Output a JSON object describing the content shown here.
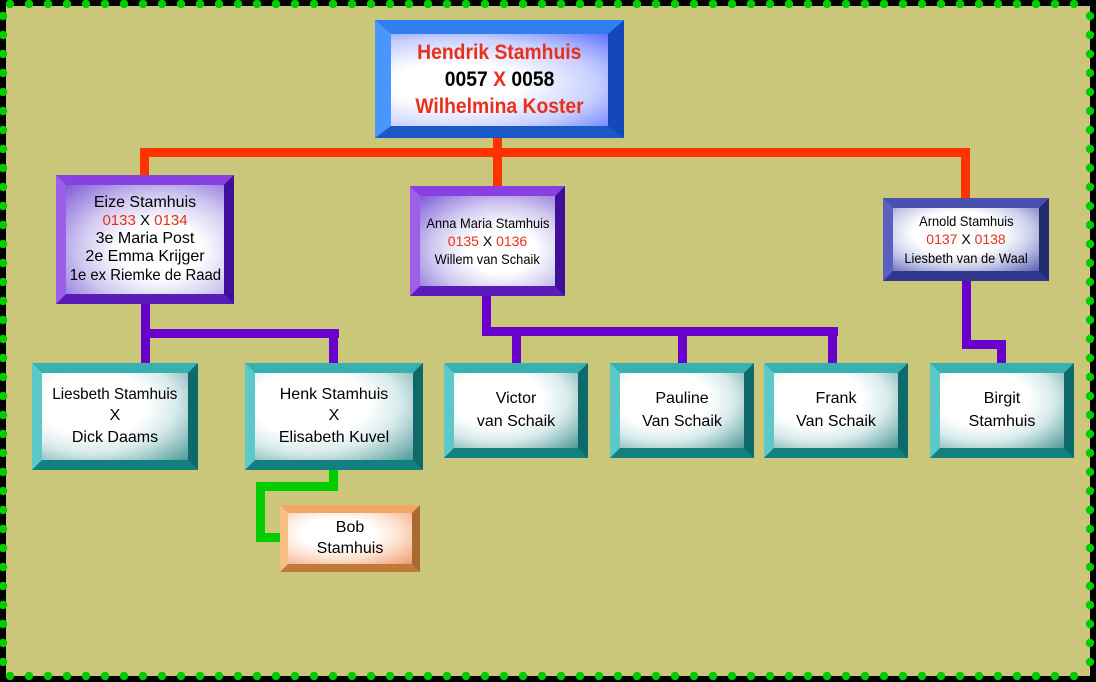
{
  "diagram": {
    "type": "family-tree",
    "colors": {
      "background": "#cac77a",
      "frame": "#000000",
      "frame_dots": "#00cc00",
      "connector_generation1": "#ff3300",
      "connector_generation2": "#6a00cc",
      "connector_generation3": "#00cc00",
      "name_accent": "#e8301c"
    },
    "root": {
      "name": "Hendrik Stamhuis",
      "code_left": "0057",
      "x": "X",
      "code_right": "0058",
      "spouse": "Wilhelmina Koster"
    },
    "children": [
      {
        "name": "Eize Stamhuis",
        "code_left": "0133",
        "x": "X",
        "code_right": "0134",
        "spouses": [
          "3e Maria Post",
          "2e Emma Krijger",
          "1e ex Riemke de Raad"
        ],
        "children": [
          {
            "line1": "Liesbeth Stamhuis",
            "line2": "X",
            "line3": "Dick Daams"
          },
          {
            "line1": "Henk Stamhuis",
            "line2": "X",
            "line3": "Elisabeth Kuvel",
            "children": [
              {
                "line1": "Bob",
                "line2": "Stamhuis"
              }
            ]
          }
        ]
      },
      {
        "name": "Anna Maria Stamhuis",
        "code_left": "0135",
        "x": "X",
        "code_right": "0136",
        "spouse": "Willem van Schaik",
        "children": [
          {
            "line1": "Victor",
            "line2": "van Schaik"
          },
          {
            "line1": "Pauline",
            "line2": "Van Schaik"
          },
          {
            "line1": "Frank",
            "line2": "Van Schaik"
          }
        ]
      },
      {
        "name": "Arnold Stamhuis",
        "code_left": "0137",
        "x": "X",
        "code_right": "0138",
        "spouse": "Liesbeth van de Waal",
        "children": [
          {
            "line1": "Birgit",
            "line2": "Stamhuis"
          }
        ]
      }
    ]
  }
}
